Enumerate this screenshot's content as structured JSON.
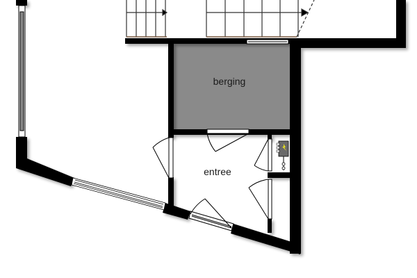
{
  "plan": {
    "colors": {
      "wall": "#000000",
      "storage_fill": "#8a8a8a",
      "floor": "#ffffff",
      "stair_tread_line": "#7a5a40"
    },
    "rooms": [
      {
        "id": "berging",
        "label": "berging"
      },
      {
        "id": "entree",
        "label": "entree"
      }
    ],
    "icons": [
      "stair-icon",
      "door-swing-icon",
      "window-icon",
      "electrical-meter-icon"
    ]
  }
}
